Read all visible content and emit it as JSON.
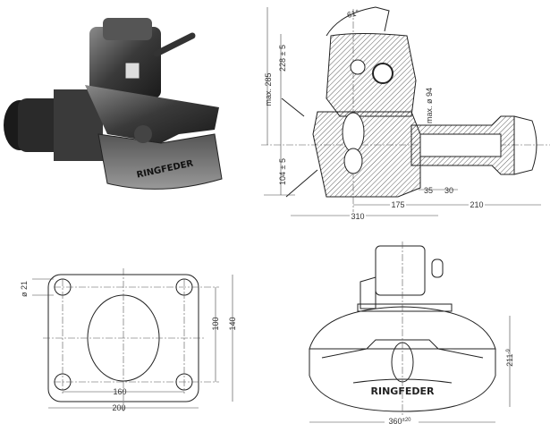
{
  "product_render": {
    "brand_label": "RINGFEDER"
  },
  "section_view": {
    "dimensions": {
      "max_height": "max. 285",
      "height_upper": "228 ± 5",
      "height_lower": "104 ± 5",
      "max_diameter": "max. ø 94",
      "angle": "61°",
      "len_175": "175",
      "len_210": "210",
      "len_310": "310",
      "len_35": "35",
      "len_30": "30"
    }
  },
  "flange_view": {
    "dimensions": {
      "hole_diameter": "ø 21",
      "width_inner": "160",
      "width_outer": "200",
      "height_inner": "100",
      "height_outer": "140"
    }
  },
  "front_view": {
    "brand_label": "RINGFEDER",
    "dimensions": {
      "height": "211",
      "height_tol": "-9",
      "width": "360",
      "width_tol": "±20"
    }
  }
}
